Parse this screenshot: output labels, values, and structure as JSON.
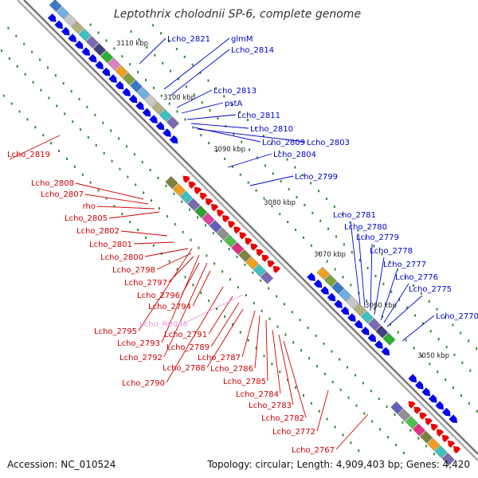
{
  "title": "Leptothrix cholodnii SP-6, complete genome",
  "footer": {
    "accession": "Accession: NC_010524",
    "summary": "Topology: circular; Length: 4,909,403 bp; Genes: 4,420"
  },
  "scale_marks": [
    "3110 kbp",
    "3100 kbp",
    "3090 kbp",
    "3080 kbp",
    "3070 kbp",
    "3060 kbp",
    "3050 kbp"
  ],
  "labels_forward": [
    "Lcho_2821",
    "glmM",
    "Lcho_2814",
    "Lcho_2813",
    "pstA",
    "Lcho_2811",
    "Lcho_2810",
    "Lcho_2809",
    "Lcho_2803",
    "Lcho_2804",
    "Lcho_2799",
    "Lcho_2781",
    "Lcho_2780",
    "Lcho_2779",
    "Lcho_2778",
    "Lcho_2777",
    "Lcho_2776",
    "Lcho_2775",
    "Lcho_2770"
  ],
  "labels_reverse": [
    "Lcho_2819",
    "Lcho_2808",
    "Lcho_2807",
    "rho",
    "Lcho_2805",
    "Lcho_2802",
    "Lcho_2801",
    "Lcho_2800",
    "Lcho_2798",
    "Lcho_2797",
    "Lcho_2796",
    "Lcho_2794",
    "Lcho_2795",
    "Lcho_2793",
    "Lcho_2792",
    "Lcho_2791",
    "Lcho_2789",
    "Lcho_2788",
    "Lcho_2787",
    "Lcho_2786",
    "Lcho_2790",
    "Lcho_2785",
    "Lcho_2784",
    "Lcho_2783",
    "Lcho_2782",
    "Lcho_2772",
    "Lcho_2767"
  ],
  "labels_rna": [
    "Lcho_R0046"
  ],
  "colors": {
    "forward_label": "#0000cc",
    "reverse_label": "#cc0000",
    "rna_label": "#e89ad8",
    "forward_feature": "#0000ee",
    "reverse_feature": "#ee0000",
    "backbone": "#888888",
    "gc_skew_dots": "#2e8b2e"
  }
}
